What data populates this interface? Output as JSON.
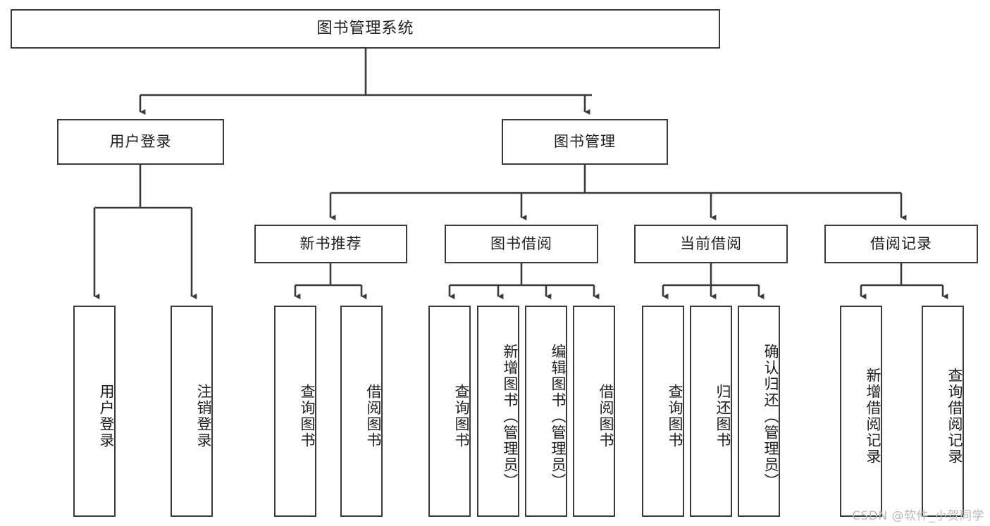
{
  "diagram": {
    "title": "图书管理系统",
    "type": "tree-hierarchy-chart",
    "stroke_color": "#3a3a3a",
    "text_color": "#1c1c1c",
    "background_color": "#ffffff"
  },
  "nodes": {
    "root": {
      "label": "图书管理系统"
    },
    "level2": [
      {
        "id": "user-login",
        "label": "用户登录"
      },
      {
        "id": "book-manage",
        "label": "图书管理"
      }
    ],
    "level3": [
      {
        "id": "new-book-rec",
        "label": "新书推荐"
      },
      {
        "id": "book-borrow",
        "label": "图书借阅"
      },
      {
        "id": "current-borrow",
        "label": "当前借阅"
      },
      {
        "id": "borrow-record",
        "label": "借阅记录"
      }
    ],
    "leaves": {
      "user_login": [
        {
          "id": "leaf-user-login",
          "label": "用户登录"
        },
        {
          "id": "leaf-logout-login",
          "label": "注销登录"
        }
      ],
      "new_book_rec": [
        {
          "id": "leaf-query-book-1",
          "label": "查询图书"
        },
        {
          "id": "leaf-borrow-book-1",
          "label": "借阅图书"
        }
      ],
      "book_borrow": [
        {
          "id": "leaf-query-book-2",
          "label": "查询图书"
        },
        {
          "id": "leaf-add-book",
          "label": "新增图书（管理员）"
        },
        {
          "id": "leaf-edit-book",
          "label": "编辑图书（管理员）"
        },
        {
          "id": "leaf-borrow-book-2",
          "label": "借阅图书"
        }
      ],
      "current_borrow": [
        {
          "id": "leaf-query-book-3",
          "label": "查询图书"
        },
        {
          "id": "leaf-return-book",
          "label": "归还图书"
        },
        {
          "id": "leaf-confirm-return",
          "label": "确认归还（管理员）"
        }
      ],
      "borrow_record": [
        {
          "id": "leaf-add-record",
          "label": "新增借阅记录"
        },
        {
          "id": "leaf-query-record",
          "label": "查询借阅记录"
        }
      ]
    }
  },
  "watermark": {
    "text": "CSDN @软件_小贺同学"
  }
}
